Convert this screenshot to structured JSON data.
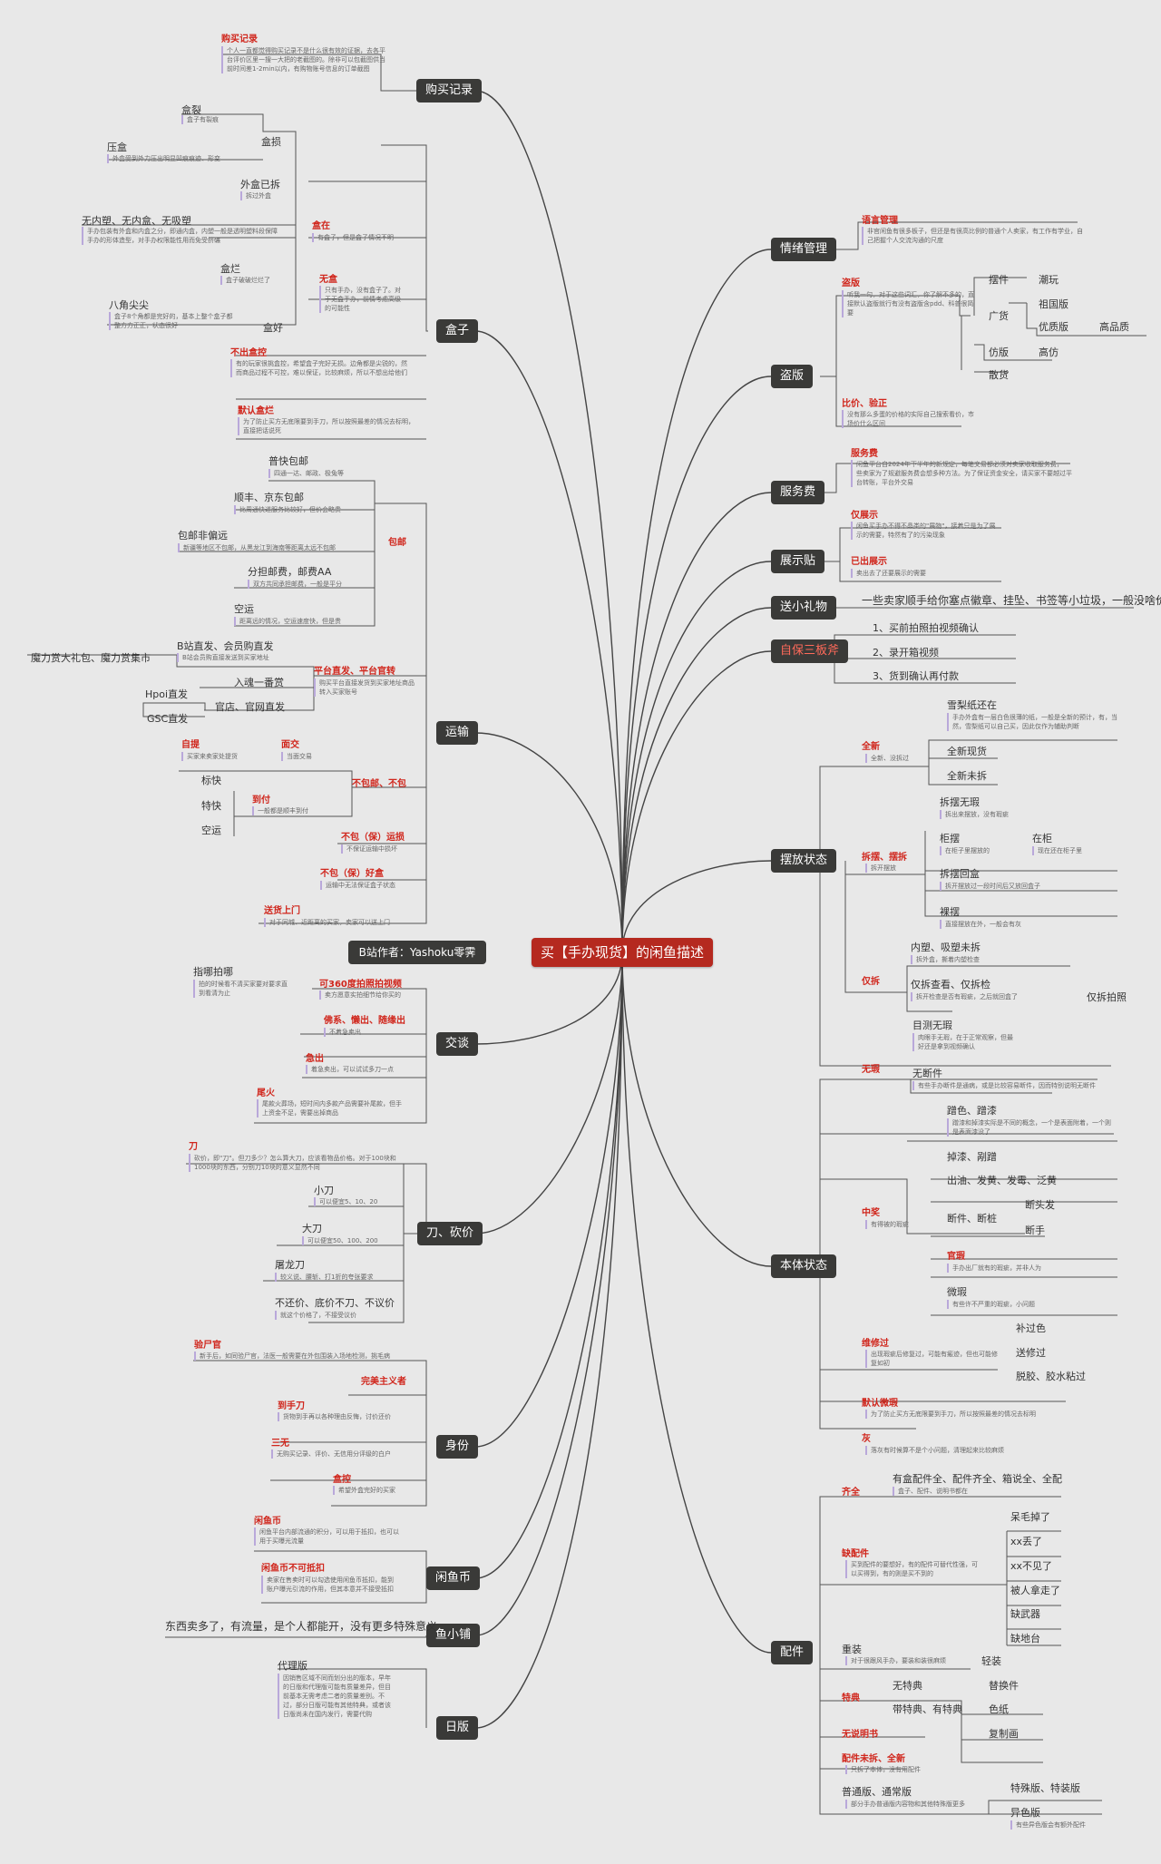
{
  "center": {
    "title": "买【手办现货】的闲鱼描述",
    "author": "B站作者：Yashoku零霁"
  },
  "left": {
    "purchase": {
      "label": "购买记录",
      "h": "购买记录",
      "note": "个人一直都觉得购买记录不是什么很有效的证据，去各平台评价区里一搜一大把的老截图的。除非可以包截图供当前时间差1-2min以内，有购物账号信息的订单截图"
    },
    "box": {
      "label": "盒子",
      "box_damage": "盒损",
      "box_crack": "盒裂",
      "box_crack_n": "盒子有裂痕",
      "box_crush": "压盒",
      "box_crush_n": "外盒受到外力压出明显凹痕痕迹、形变",
      "outer_open": "外盒已拆",
      "outer_open_n": "拆过外盒",
      "three_no": "无内塑、无内盒、无吸塑",
      "three_no_n": "手办包装有外盒和内盒之分，即通内盒，内塑一般是透明塑料段保障手办的形体造型，对手办权限能性用而免受挤碾",
      "has_box": "盒在",
      "has_box_n": "有盒子，但是盒子情况不明",
      "box_rot": "盒烂",
      "box_rot_n": "盒子破破烂烂了",
      "no_box": "无盒",
      "no_box_n": "只有手办，没有盒子了。对于无盒手办，前情考虑高级的可能性",
      "eight_sharp": "八角尖尖",
      "eight_sharp_n": "盒子8个角都是完好的，基本上整个盒子都整方方正正，状态很好",
      "box_good": "盒好",
      "no_out": "不出盒控",
      "no_out_n": "有的玩家很挑盒控，希望盒子完好无损。边角都是尖锐的，然而商品过程不可控，难以保证，比较麻烦，所以不想出给他们",
      "default_bad": "默认盒烂",
      "default_bad_n": "为了防止买方无底限要到手刀，所以按照最差的情况去标明，直接把话说死"
    },
    "ship": {
      "label": "运输",
      "std": "普快包邮",
      "std_n": "四通一达、邮政、极兔等",
      "sf": "顺丰、京东包邮",
      "sf_n": "比周通快递服务比较好，但价会略贵",
      "remote": "包邮非偏远",
      "remote_n": "新疆等地区不包邮，从黑龙江到海南等距离太远不包邮",
      "mail": "包邮",
      "split": "分担邮费，邮费AA",
      "split_n": "双方共同承担邮费，一般是平分",
      "air": "空运",
      "air_n": "距离远的情况，空运速度快，但是贵",
      "bili": "B站直发、会员购直发",
      "bili_n": "B站会员购直接发送到买家地址",
      "magic": "魔力赏大礼包、魔力赏集市",
      "platform": "平台直发、平台官转",
      "platform_n": "购买平台直接发货到买家地址商品转入买家账号",
      "ichiban": "入魂一番赏",
      "official": "官店、官网直发",
      "hpoi": "Hpoi直发",
      "gsc": "GSC直发",
      "pickup": "自提",
      "pickup_n": "买家来卖家处提货",
      "face": "面交",
      "face_n": "当面交易",
      "no_mail": "不包邮、不包",
      "std2": "标快",
      "express": "特快",
      "air2": "空运",
      "cod": "到付",
      "cod_n": "一般都是顺丰到付",
      "no_ins": "不包（保）运损",
      "no_ins_n": "不保证运输中损坏",
      "no_box_ins": "不包（保）好盒",
      "no_box_ins_n": "运输中无法保证盒子状态",
      "door": "送货上门",
      "door_n": "对于同城、近距离的买家，卖家可以送上门"
    },
    "talk": {
      "label": "交谈",
      "photo": "指哪拍哪",
      "photo_n": "拍的时候看不清买家要对要求直到看清为止",
      "v360": "可360度拍照拍视频",
      "v360_n": "卖方愿意实拍细节给你买的",
      "catch": "佛系、懒出、随缘出",
      "catch_n": "不着急卖出",
      "urgent": "急出",
      "urgent_n": "着急卖出，可以试试多刀一点",
      "fire": "尾火",
      "fire_n": "尾款火葬场，短时间内多款产品需要补尾款，但手上资金不足，需要出掉商品"
    },
    "knife": {
      "label": "刀、砍价",
      "h": "刀",
      "h_n": "砍价，即\"刀\"。但刀多少？怎么算大刀，应该看物品价格。对于100块和1000块的东西，分别刀10块的意义显然不同",
      "small": "小刀",
      "small_n": "可以便宜5、10、20",
      "big": "大刀",
      "big_n": "可以便宜50、100、200",
      "dragon": "屠龙刀",
      "dragon_n": "较义说、腰斩、打1折的夸张要求",
      "no_cut": "不还价、底价不刀、不议价",
      "no_cut_n": "就这个价格了，不接受议价"
    },
    "identity": {
      "label": "身份",
      "official": "验尸官",
      "official_n": "新手后，如同验尸官，法医一般需要在外包围装入场地检测，挑毛病",
      "perfect": "完美主义者",
      "to_hand": "到手刀",
      "to_hand_n": "货物到手再以各种理由反悔，讨价还价",
      "three_no": "三无",
      "three_no_n": "无购买记录、评价、无信用分评级的白户",
      "box_ctrl": "盒控",
      "box_ctrl_n": "希望外盒完好的买家"
    },
    "coin": {
      "label": "闲鱼币",
      "h": "闲鱼币",
      "h_n": "闲鱼平台内部流通的积分，可以用于抵扣，也可以用于买曝光流量",
      "no": "闲鱼币不可抵扣",
      "no_n": "卖家在售卖时可以勾选使用闲鱼币抵扣，能到账户曝光引流的作用，但其本意并不接受抵扣"
    },
    "shop": {
      "label": "鱼小铺",
      "text": "东西卖多了，有流量，是个人都能开，没有更多特殊意义"
    },
    "jp": {
      "label": "日版",
      "agent": "代理版",
      "agent_n": "因销售区域不同而划分出的版本，早年的日版和代理版可能有质量差异，但目前基本无需考虑二者的质量差别。不过，部分日版可能有其他特典，或者该日版尚未在国内发行，需要代购"
    }
  },
  "right": {
    "emotion": {
      "label": "情绪管理",
      "lang": "语言管理",
      "lang_n": "非官闲鱼有很多板子，但还是有很高比例的普通个人卖家，有工作有学业，自己把握个人交流沟通的尺度"
    },
    "pirate": {
      "label": "盗版",
      "h": "盗版",
      "h_n": "听我一句，对于这些词汇，你了解不多的，直接默认盗版就行有没有盗版含pdd、科普很简要",
      "pieces": "摆件",
      "goods": "广货",
      "fake_hi": "潮玩",
      "ancestor": "祖国版",
      "premium": "优质版",
      "highq": "高品质",
      "imitate": "仿版",
      "high_imit": "高仿",
      "bulk": "散货",
      "compare": "比价、验正",
      "compare_n": "没有那么多蛋的价格的实际自己搜索看价，市场价什么区间"
    },
    "fee": {
      "label": "服务费",
      "h": "服务费",
      "h_n": "闲鱼平台自2024年下半年的新规定，每笔交易都必须对卖家收取服务费，一些卖家为了规避服务费会想多种方法。为了保证资金安全，请买家不要越过平台转账，平台外交易"
    },
    "display": {
      "label": "展示贴",
      "only": "仅展示",
      "only_n": "闲鱼买手办不得不晶类的\"展物\"，接着只是为了展示的需要，特然有了的污染现象",
      "sold": "已出展示",
      "sold_n": "卖出去了还要展示的需要"
    },
    "gift": {
      "label": "送小礼物",
      "text": "一些卖家顺手给你塞点徽章、挂坠、书签等小垃圾，一般没啥价值"
    },
    "protect": {
      "label": "自保三板斧",
      "s1": "1、买前拍照拍视频确认",
      "s2": "2、录开箱视频",
      "s3": "3、货到确认再付款"
    },
    "state": {
      "label": "摆放状态",
      "new": "全新",
      "new_n": "全新、没拆过",
      "snow": "雪梨纸还在",
      "snow_n": "手办外盒有一层白色很薄的纸，一般是全新的预计，有，当然，雪梨纸可以自己买，因此仅作为辅助判断",
      "new_spot": "全新现货",
      "new_sealed": "全新未拆",
      "open": "拆摆、摆拆",
      "open_n": "拆开摆放",
      "open_dis": "拆摆无瑕",
      "open_dis_n": "拆出来摆放，没有瑕疵",
      "cabinet": "柜摆",
      "cabinet_n": "在柜子里摆放的",
      "in_cab": "在柜",
      "in_cab_n": "现在还在柜子里",
      "back": "拆摆回盒",
      "back_n": "拆开摆放过一段时间后又放回盒子",
      "bare": "裸摆",
      "bare_n": "直接摆放在外，一般会有灰",
      "only_open": "仅拆",
      "inner": "内塑、吸塑未拆",
      "inner_n": "拆外盒，撕着内塑检查",
      "only_check": "仅拆查看、仅拆检",
      "only_check_n": "拆开检查是否有瑕疵，之后就回盒了",
      "only_photo": "仅拆拍照"
    },
    "body": {
      "label": "本体状态",
      "flawless": "无瑕",
      "eye": "目测无瑕",
      "eye_n": "肉眼手无瑕，在于正常观察，但最好还是拿到视频确认",
      "broken": "无断件",
      "broken_n": "有些手办断件是通病，或是比较容易断件，因而特别说明无断件",
      "mid": "中奖",
      "mid_n": "有得被的瑕疵",
      "dye": "蹭色、蹭漆",
      "dye_n": "蹭漆和掉漆实际是不同的概念，一个是表面附着，一个则是表面漆没了",
      "drop": "掉漆、剐蹭",
      "oil": "出油、发黄、发霉、泛黄",
      "break": "断件、断桩",
      "break_hair": "断头发",
      "break_hand": "断手",
      "factory": "官瑕",
      "factory_n": "手办出厂就有的瑕疵，并非人为",
      "micro": "微瑕",
      "micro_n": "有些许不严重的瑕疵，小问题",
      "repair": "维修过",
      "repair_n": "出现瑕疵后修复过，可能有瘢迹，但也可能修复如初",
      "paint": "补过色",
      "glue": "送修过",
      "gum": "脱胶、胶水粘过",
      "default_f": "默认微瑕",
      "default_f_n": "为了防止买方无底限要到手刀，所以按照最差的情况去标明",
      "dust": "灰",
      "dust_n": "落灰有时候算不是个小问题，清理起来比较麻烦"
    },
    "parts": {
      "label": "配件",
      "full": "齐全",
      "full_t": "有盒配件全、配件齐全、箱说全、全配",
      "full_n": "盒子、配件、说明书都在",
      "miss": "缺配件",
      "miss_n": "买到配件的要想好，有的配件可替代性强，可以买得到，有的则是买不到的",
      "hair": "呆毛掉了",
      "xx_lost": "xx丢了",
      "xx_gone": "xx不见了",
      "taken": "被人拿走了",
      "weapon": "缺武器",
      "base": "缺地台",
      "heavy": "重装",
      "heavy_n": "对于很跟风手办，要装和装很麻烦",
      "light": "轻装",
      "special": "特典",
      "no_sp": "无特典",
      "with_sp": "带特典、有特典",
      "swap": "替换件",
      "color": "色纸",
      "copy": "复制画",
      "no_manual": "无说明书",
      "unopened": "配件未拆、全新",
      "unopened_n": "只拆了本体，没有用配件",
      "normal": "普通版、通常版",
      "normal_n": "部分手办普通版内容物和其他特殊版更多",
      "special_v": "特殊版、特装版",
      "diff": "异色版",
      "diff_n": "有些异色版会有额外配件"
    }
  }
}
